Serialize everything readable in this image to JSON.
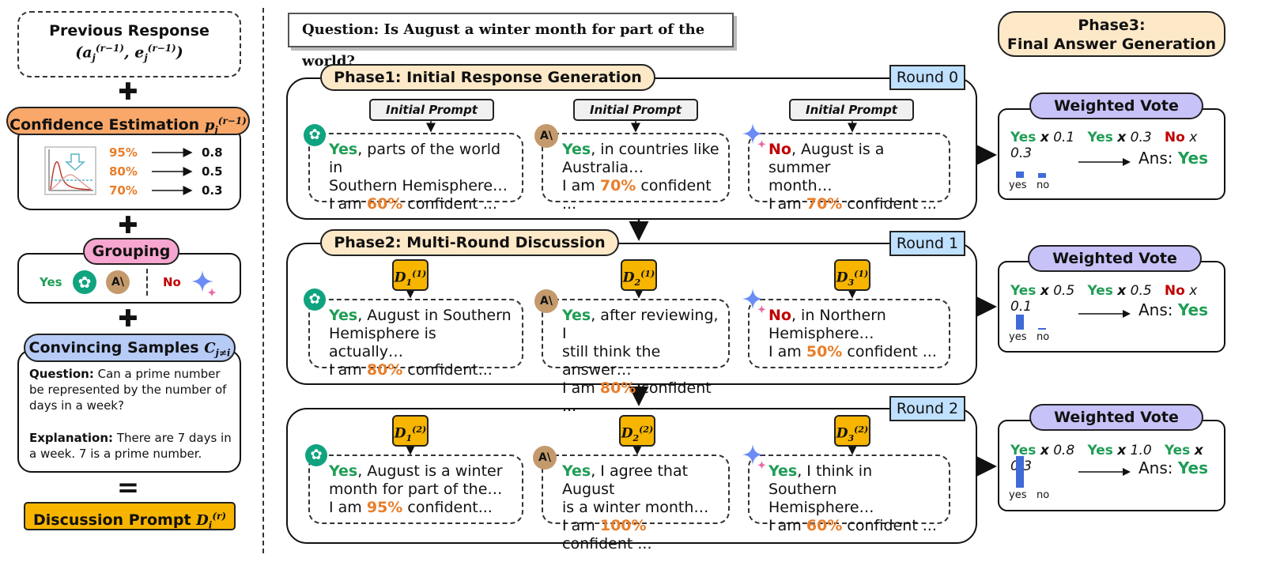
{
  "left": {
    "previous_response": {
      "title": "Previous Response",
      "formula": "(a_j^(r−1), e_j^(r−1))"
    },
    "confidence": {
      "title": "Confidence Estimation",
      "symbol": "p_j^(r−1)",
      "mapping": [
        {
          "from": "95%",
          "to": "0.8"
        },
        {
          "from": "80%",
          "to": "0.5"
        },
        {
          "from": "70%",
          "to": "0.3"
        }
      ]
    },
    "grouping": {
      "title": "Grouping",
      "yes_label": "Yes",
      "no_label": "No"
    },
    "convincing": {
      "title": "Convincing Samples",
      "symbol": "C_j≠i",
      "question_label": "Question:",
      "question_text": "Can a prime number be represented by the number of days in a week?",
      "explanation_label": "Explanation:",
      "explanation_text": "There are 7 days in a week. 7 is a prime number."
    },
    "discussion_prompt": {
      "title": "Discussion Prompt",
      "symbol": "D_i^(r)"
    },
    "plus": "✚",
    "equals": "="
  },
  "question": {
    "label": "Question:",
    "text": "Is August a winter month for part of the world?"
  },
  "phase1": {
    "title": "Phase1: Initial Response Generation",
    "round": "Round 0",
    "prompt_label": "Initial Prompt"
  },
  "phase2": {
    "title": "Phase2: Multi-Round Discussion",
    "round1": "Round 1",
    "round2": "Round 2"
  },
  "phase3": {
    "title_line1": "Phase3:",
    "title_line2": "Final Answer Generation"
  },
  "common": {
    "yes": "Yes",
    "no": "No",
    "i_am": "I am",
    "confident_ell": "confident ...",
    "confident_dots": "confident..."
  },
  "responses": {
    "r0_gpt": {
      "answer": "Yes",
      "line1": ", parts of the world in",
      "line2": "Southern Hemisphere…",
      "pct": "60%"
    },
    "r0_claude": {
      "answer": "Yes",
      "line1": ", in countries like",
      "line2": "Australia…",
      "pct": "70%"
    },
    "r0_gemini": {
      "answer": "No",
      "line1": ", August is a summer",
      "line2": "month…",
      "pct": "70%"
    },
    "r1_gpt": {
      "answer": "Yes",
      "line1": ", August in Southern",
      "line2": "Hemisphere is actually…",
      "pct": "80%"
    },
    "r1_claude": {
      "answer": "Yes",
      "line1": ", after reviewing, I",
      "line2": "still think the answer…",
      "pct": "80%"
    },
    "r1_gemini": {
      "answer": "No",
      "line1": ", in Northern",
      "line2": "Hemisphere…",
      "pct": "50%"
    },
    "r2_gpt": {
      "answer": "Yes",
      "line1": ", August is a winter",
      "line2": "month for part of the…",
      "pct": "95%"
    },
    "r2_claude": {
      "answer": "Yes",
      "line1": ", I agree that August",
      "line2": "is a winter month…",
      "pct": "100%"
    },
    "r2_gemini": {
      "answer": "Yes",
      "line1": ", I think in Southern",
      "line2": "Hemisphere…",
      "pct": "60%"
    }
  },
  "votes": {
    "title": "Weighted Vote",
    "ans_label": "Ans:",
    "bar_yes": "yes",
    "bar_no": "no",
    "x": "x",
    "round0": {
      "items": [
        {
          "label": "Yes",
          "w": "0.1"
        },
        {
          "label": "Yes",
          "w": "0.3"
        },
        {
          "label": "No",
          "w": "0.3"
        }
      ],
      "yes_total": 0.4,
      "no_total": 0.3,
      "answer": "Yes"
    },
    "round1": {
      "items": [
        {
          "label": "Yes",
          "w": "0.5"
        },
        {
          "label": "Yes",
          "w": "0.5"
        },
        {
          "label": "No",
          "w": "0.1"
        }
      ],
      "yes_total": 1.0,
      "no_total": 0.1,
      "answer": "Yes"
    },
    "round2": {
      "items": [
        {
          "label": "Yes",
          "w": "0.8"
        },
        {
          "label": "Yes",
          "w": "1.0"
        },
        {
          "label": "Yes",
          "w": "0.3"
        }
      ],
      "yes_total": 2.1,
      "no_total": 0.0,
      "answer": "Yes"
    }
  },
  "colors": {
    "yes": "#1f9d55",
    "no": "#c00000",
    "confidence": "#e87e2b",
    "phase_fill": "#fde9c8",
    "round_fill": "#bfe0ff",
    "vote_fill": "#c7c2f7",
    "grouping_fill": "#f7a6cf",
    "confidence_fill": "#f9a86a",
    "convincing_fill": "#b7cbf7",
    "prompt_fill": "#f7b500",
    "bar": "#3f6ad8"
  }
}
